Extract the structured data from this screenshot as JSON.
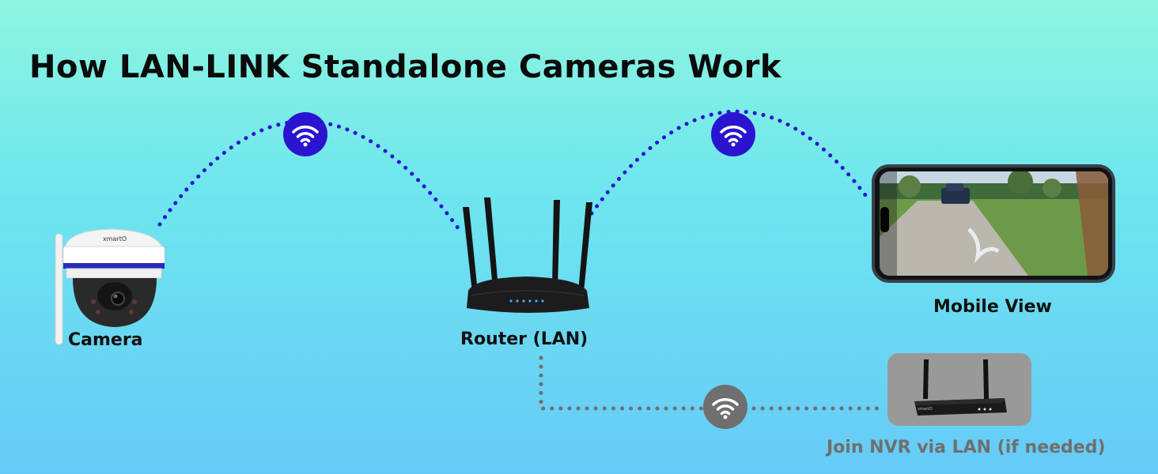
{
  "title": "How LAN-LINK Standalone Cameras Work",
  "nodes": {
    "camera": {
      "label": "Camera",
      "brand": "xmartO"
    },
    "router": {
      "label": "Router (LAN)"
    },
    "mobile": {
      "label": "Mobile View"
    },
    "nvr": {
      "label": "Join NVR via LAN (if needed)",
      "brand": "xmartO"
    }
  },
  "colors": {
    "wifi_link": "#2b14d0",
    "lan_link": "#6f6f6f",
    "wifi_badge": "#2b14d0",
    "lan_badge": "#6f6f6f"
  },
  "icons": {
    "link_badge": "wifi-icon"
  }
}
